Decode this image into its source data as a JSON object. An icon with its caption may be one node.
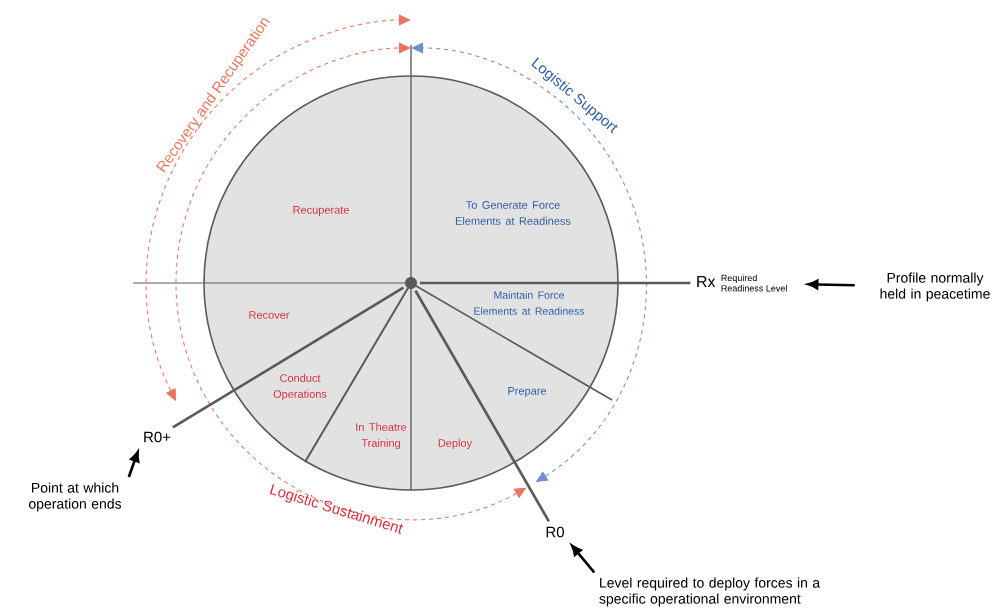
{
  "diagram": {
    "nodes": [
      {
        "text": [
          "Rx",
          "Required Readiness Level"
        ]
      },
      {
        "text": [
          "Profile normally held in peacetime"
        ]
      },
      {
        "text": [
          "R0+"
        ]
      },
      {
        "text": [
          "Point at which operation ends"
        ]
      },
      {
        "text": [
          "R0"
        ]
      },
      {
        "text": [
          "Level required to deploy forces in a specific operational environment"
        ]
      },
      {
        "text": [],
        "shape": "circle"
      }
    ],
    "edges": [
      {
        "from": 1,
        "to": 0,
        "arrow": "to"
      },
      {
        "from": 3,
        "to": 2,
        "arrow": "to"
      },
      {
        "from": 5,
        "to": 4,
        "arrow": "to"
      },
      {
        "from": 6,
        "to": 0,
        "arrow": "none",
        "color": "#5a5a5a"
      },
      {
        "from": 6,
        "to": 2,
        "arrow": "none",
        "color": "#5a5a5a"
      },
      {
        "from": 6,
        "to": 4,
        "arrow": "none",
        "color": "#5a5a5a"
      }
    ],
    "labels": [
      "Recovery and Recuperation",
      "Logistic Support",
      "Recuperate",
      "To Generate Force Elements at Readiness",
      "Recover",
      "Maintain Force Elements at Readiness",
      "Conduct Operations",
      "Prepare",
      "In Theatre Training",
      "Deploy",
      "Logistic Sustainment"
    ]
  }
}
